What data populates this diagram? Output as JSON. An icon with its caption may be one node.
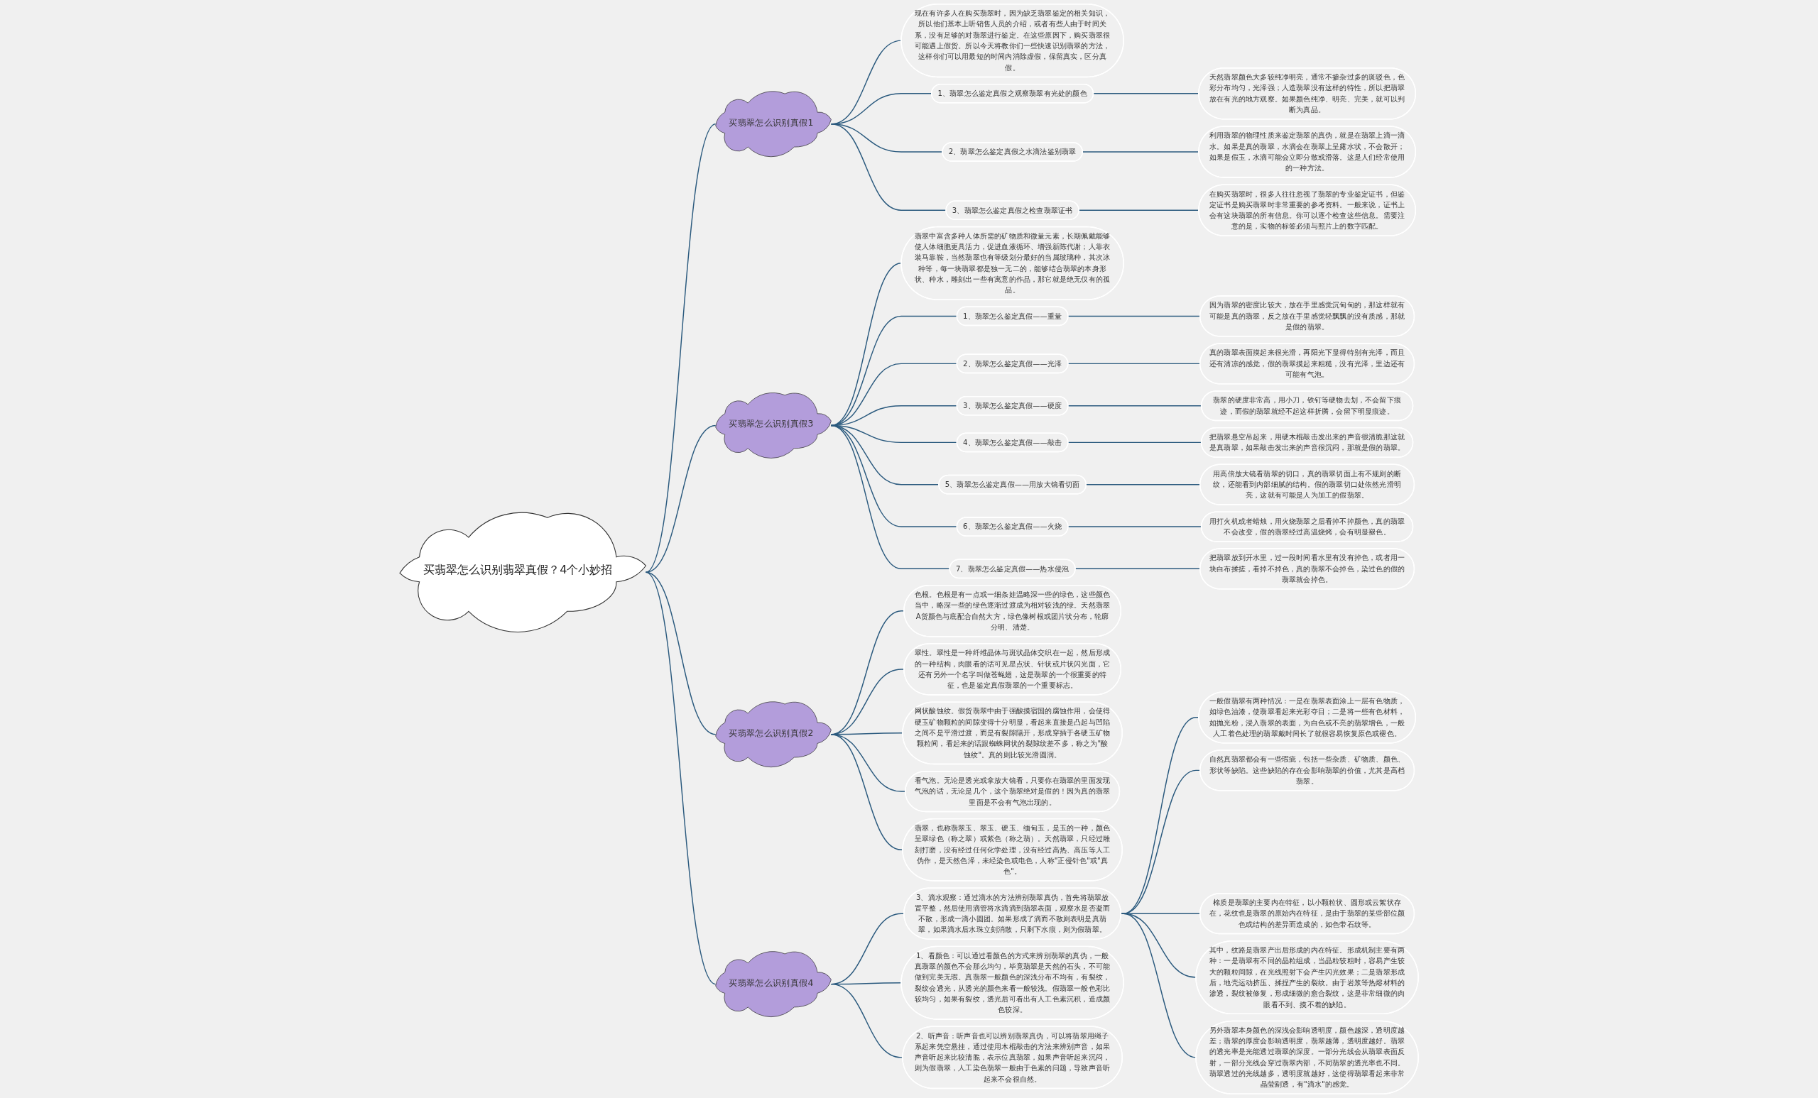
{
  "diagram": {
    "nodes": [
      {
        "text": [
          "买翡翠怎么识别翡翠真假？4个小妙招"
        ]
      },
      {
        "text": [
          "买翡翠怎么识别真假1"
        ]
      },
      {
        "text": [
          "现在有许多人在购买翡翠时，因为缺乏翡翠鉴定的相关知识，所以他们基本上听销售人员的介绍，或者有些人由于时间关系，没有足够的对翡翠进行鉴定。在这些原因下，购买翡翠很可能遇上假货。所以今天将教你们一些快速识别翡翠的方法，这样你们可以用最短的时间内消除虚假，保留真实，区分真假。"
        ]
      },
      {
        "text": [
          "1、翡翠怎么鉴定真假之观察翡翠有光处的颜色"
        ]
      },
      {
        "text": [
          "天然翡翠颜色大多较纯净明亮，通常不掺杂过多的斑驳色，色彩分布均匀，光泽强；人造翡翠没有这样的特性，所以把翡翠放在有光的地方观察。如果颜色纯净、明亮、完美，就可以判断为真品。"
        ]
      },
      {
        "text": [
          "2、翡翠怎么鉴定真假之水滴法鉴别翡翠"
        ]
      },
      {
        "text": [
          "利用翡翠的物理性质来鉴定翡翠的真伪，就是在翡翠上滴一滴水。如果是真的翡翠，水滴会在翡翠上呈露水状，不会散开；如果是假玉，水滴可能会立即分散或滑落。这是人们经常使用的一种方法。"
        ]
      },
      {
        "text": [
          "3、翡翠怎么鉴定真假之检查翡翠证书"
        ]
      },
      {
        "text": [
          "在购买翡翠时，很多人往往忽视了翡翠的专业鉴定证书，但鉴定证书是购买翡翠时非常重要的参考资料。一般来说，证书上会有这块翡翠的所有信息。你可以逐个检查这些信息。需要注意的是，实物的标签必须与照片上的数字匹配。"
        ]
      },
      {
        "text": [
          "买翡翠怎么识别真假3"
        ]
      },
      {
        "text": [
          "翡翠中富含多种人体所需的矿物质和微量元素，长期佩戴能够使人体细胞更具活力，促进血液循环、增强新陈代谢；人靠衣装马靠鞍，当然翡翠也有等级划分最好的当属玻璃种，其次冰种等，每一块翡翠都是独一无二的，能够结合翡翠的本身形状、种水，雕刻出一些有寓意的作品，那它就是绝无仅有的孤品。"
        ]
      },
      {
        "text": [
          "1、翡翠怎么鉴定真假——重量"
        ]
      },
      {
        "text": [
          "因为翡翠的密度比较大，放在手里感觉沉甸甸的，那这样就有可能是真的翡翠，反之放在手里感觉轻飘飘的没有质感，那就是假的翡翠。"
        ]
      },
      {
        "text": [
          "2、翡翠怎么鉴定真假——光泽"
        ]
      },
      {
        "text": [
          "真的翡翠表面摸起来很光滑，再阳光下显得特别有光泽，而且还有清凉的感觉，假的翡翠摸起来粗糙，没有光泽，里边还有可能有气泡。"
        ]
      },
      {
        "text": [
          "3、翡翠怎么鉴定真假——硬度"
        ]
      },
      {
        "text": [
          "翡翠的硬度非常高，用小刀，铁钉等硬物去划，不会留下痕迹，而假的翡翠就经不起这样折腾，会留下明显痕迹。"
        ]
      },
      {
        "text": [
          "4、翡翠怎么鉴定真假——敲击"
        ]
      },
      {
        "text": [
          "把翡翠悬空吊起来，用硬木棍敲击发出来的声音很清脆那这就是真翡翠，如果敲击发出来的声音很沉闷，那就是假的翡翠。"
        ]
      },
      {
        "text": [
          "5、翡翠怎么鉴定真假——用放大镜看切面"
        ]
      },
      {
        "text": [
          "用高倍放大镜看翡翠的切口，真的翡翠切面上有不规则的断纹，还能看到内部细腻的结构。假的翡翠切口处依然光滑明亮，这就有可能是人为加工的假翡翠。"
        ]
      },
      {
        "text": [
          "6、翡翠怎么鉴定真假——火烧"
        ]
      },
      {
        "text": [
          "用打火机或者蜡烛，用火烧翡翠之后看掉不掉颜色，真的翡翠不会改变，假的翡翠经过高温烧烤，会有明显褪色。"
        ]
      },
      {
        "text": [
          "7、翡翠怎么鉴定真假——热水侵泡"
        ]
      },
      {
        "text": [
          "把翡翠放到开水里，过一段时间看水里有没有掉色，或者用一块白布揉搓，看掉不掉色，真的翡翠不会掉色，染过色的假的翡翠就会掉色。"
        ]
      },
      {
        "text": [
          "买翡翠怎么识别真假2"
        ]
      },
      {
        "text": [
          "色根。色根是有一点或一细条娃温略深一些的绿色，这些颜色当中，略深一些的绿色逐渐过渡成为相对较浅的绿。天然翡翠A货颜色与底配合自然大方，绿色像树根或团片状分布，轮廓分明、清楚。"
        ]
      },
      {
        "text": [
          "翠性。翠性是一种纤维晶体与斑状晶体交织在一起，然后形成的一种结构，肉眼看的话可见星点状、针状或片状闪光面，它还有另外一个名字叫做苍蝇翅，这是翡翠的一个很重要的特征，也是鉴定真假翡翠的一个重要标志。"
        ]
      },
      {
        "text": [
          "网状酸蚀纹。假货翡翠中由于强酸摸宿国的腐蚀作用，会使得硬玉矿物颗粒的间隙变得十分明显，看起来直接是凸起与凹陷之间不是平滑过渡，而是有裂隙隔开，形成穿插于各硬玉矿物颗粒间，看起来的话跟蜘蛛网状的裂隙纹差不多，称之为\"酸蚀纹\"。真的则比较光滑圆润。"
        ]
      },
      {
        "text": [
          "看气泡。无论是透光或拿放大镜看，只要你在翡翠的里面发现气泡的话，无论是几个，这个翡翠绝对是假的！因为真的翡翠里面是不会有气泡出现的。"
        ]
      },
      {
        "text": [
          "翡翠，也称翡翠玉、翠玉、硬玉、缅甸玉，是玉的一种，颜色呈翠绿色（称之翠）或紫色（称之翡）。天然翡翠，只经过雕刻打磨，没有经过任何化学处理，没有经过高热、高压等人工伪作，是天然色泽，未经染色或电色，人称\"正侵针色\"或\"真色\"。"
        ]
      },
      {
        "text": [
          "买翡翠怎么识别真假4"
        ]
      },
      {
        "text": [
          "1、看颜色：可以通过看颜色的方式来辨别翡翠的真伪，一般真翡翠的颜色不会那么均匀，毕竟翡翠是天然的石头，不可能做到完美无瑕。真翡翠一般颜色的深浅分布不均有，有裂纹，裂纹会透光，从透光的颜色来看一般较浅。假翡翠一般色彩比较均匀，如果有裂纹，透光后可看出有人工色素沉积，造成颜色较深。"
        ]
      },
      {
        "text": [
          "2、听声音：听声音也可以辨别翡翠真伪，可以将翡翠用绳子系起来凭空悬挂，通过使用木棍敲击的方法来辨别声音，如果声音听起来比较清脆，表示位真翡翠，如果声音听起来沉闷，则为假翡翠，人工染色翡翠一般由于色素的问题，导致声音听起来不会很自然。"
        ]
      },
      {
        "text": [
          "3、滴水观察：通过滴水的方法辨别翡翠真伪，首先将翡翠放置平整，然后使用滴管将水滴滴到翡翠表面，观察水是否凝而不散，形成一滴小圆团。如果形成了滴而不散则表明是真翡翠，如果滴水后水珠立刻消散，只剩下水痕，则为假翡翠。"
        ]
      },
      {
        "text": [
          "一般假翡翠有两种情况：一是在翡翠表面涂上一层有色物质，如绿色油漆，使翡翠看起来光彩夺目；二是将一些有色材料，如抛光粉，浸入翡翠的表面，为白色或不亮的翡翠增色，一般人工着色处理的翡翠戴时间长了就很容易恢复原色或褪色。"
        ]
      },
      {
        "text": [
          "自然真翡翠都会有一些瑕疵，包括一些杂质、矿物质、颜色、形状等缺陷。这些缺陷的存在会影响翡翠的价值，尤其是高档翡翠。"
        ]
      },
      {
        "text": [
          "棉质是翡翠的主要内在特征，以小颗粒状、圆形或云絮状存在，花纹也是翡翠的原始内在特征，是由于翡翠的某些部位颜色或结构的差异而造成的，如色带石纹等。"
        ]
      },
      {
        "text": [
          "其中，纹路是翡翠产出后形成的内在特征。形成机制主要有两种：一是翡翠有不同的晶粒组成，当晶粒较粗时，容易产生较大的颗粒间隙，在光线照射下会产生闪光效果；二是翡翠形成后，地壳运动挤压、揉捏产生的裂纹。由于岩浆等热熔材料的渗透，裂纹被修复，形成细微的愈合裂纹，这是非常细微的肉眼看不到、摸不着的缺陷。"
        ]
      },
      {
        "text": [
          "另外翡翠本身颜色的深浅会影响透明度，颜色越深，透明度越差；翡翠的厚度会影响透明度，翡翠越薄，透明度越好。翡翠的透光率是光能透过翡翠的深度。一部分光线会从翡翠表面反射，一部分光线会穿过翡翠内部，不同翡翠的透光率也不同。翡翠透过的光线越多，透明度就越好，这使得翡翠看起来非常晶莹剔透，有\"滴水\"的感觉。"
        ]
      }
    ],
    "edges": [
      {
        "from": 0,
        "to": 1,
        "arrow": "none"
      },
      {
        "from": 1,
        "to": 2,
        "arrow": "none"
      },
      {
        "from": 1,
        "to": 3,
        "arrow": "none"
      },
      {
        "from": 3,
        "to": 4,
        "arrow": "none"
      },
      {
        "from": 1,
        "to": 5,
        "arrow": "none"
      },
      {
        "from": 5,
        "to": 6,
        "arrow": "none"
      },
      {
        "from": 1,
        "to": 7,
        "arrow": "none"
      },
      {
        "from": 7,
        "to": 8,
        "arrow": "none"
      },
      {
        "from": 0,
        "to": 9,
        "arrow": "none"
      },
      {
        "from": 9,
        "to": 10,
        "arrow": "none"
      },
      {
        "from": 9,
        "to": 11,
        "arrow": "none"
      },
      {
        "from": 11,
        "to": 12,
        "arrow": "none"
      },
      {
        "from": 9,
        "to": 13,
        "arrow": "none"
      },
      {
        "from": 13,
        "to": 14,
        "arrow": "none"
      },
      {
        "from": 9,
        "to": 15,
        "arrow": "none"
      },
      {
        "from": 15,
        "to": 16,
        "arrow": "none"
      },
      {
        "from": 9,
        "to": 17,
        "arrow": "none"
      },
      {
        "from": 17,
        "to": 18,
        "arrow": "none"
      },
      {
        "from": 9,
        "to": 19,
        "arrow": "none"
      },
      {
        "from": 19,
        "to": 20,
        "arrow": "none"
      },
      {
        "from": 9,
        "to": 21,
        "arrow": "none"
      },
      {
        "from": 21,
        "to": 22,
        "arrow": "none"
      },
      {
        "from": 9,
        "to": 23,
        "arrow": "none"
      },
      {
        "from": 23,
        "to": 24,
        "arrow": "none"
      },
      {
        "from": 0,
        "to": 25,
        "arrow": "none"
      },
      {
        "from": 25,
        "to": 26,
        "arrow": "none"
      },
      {
        "from": 25,
        "to": 27,
        "arrow": "none"
      },
      {
        "from": 25,
        "to": 28,
        "arrow": "none"
      },
      {
        "from": 25,
        "to": 29,
        "arrow": "none"
      },
      {
        "from": 25,
        "to": 30,
        "arrow": "none"
      },
      {
        "from": 0,
        "to": 31,
        "arrow": "none"
      },
      {
        "from": 31,
        "to": 32,
        "arrow": "none"
      },
      {
        "from": 31,
        "to": 33,
        "arrow": "none"
      },
      {
        "from": 31,
        "to": 34,
        "arrow": "none"
      },
      {
        "from": 34,
        "to": 35,
        "arrow": "none"
      },
      {
        "from": 34,
        "to": 36,
        "arrow": "none"
      },
      {
        "from": 34,
        "to": 37,
        "arrow": "none"
      },
      {
        "from": 34,
        "to": 38,
        "arrow": "none"
      },
      {
        "from": 34,
        "to": 39,
        "arrow": "none"
      }
    ]
  }
}
